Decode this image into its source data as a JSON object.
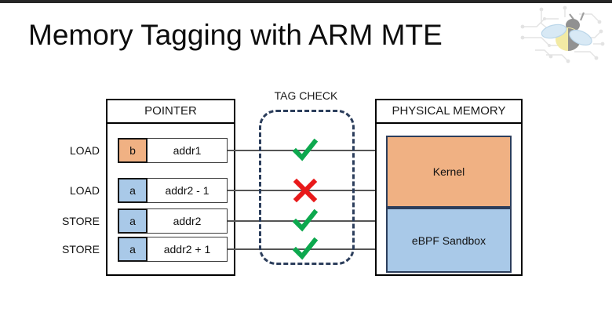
{
  "slide": {
    "title": "Memory Tagging with ARM MTE",
    "logo_name": "ebpf-bee-logo"
  },
  "pointer_panel": {
    "header": "POINTER",
    "rows": [
      {
        "op": "LOAD",
        "tag": "b",
        "tag_color": "#f0b183",
        "address": "addr1",
        "result": "pass"
      },
      {
        "op": "LOAD",
        "tag": "a",
        "tag_color": "#a9c9e8",
        "address": "addr2 - 1",
        "result": "fail"
      },
      {
        "op": "STORE",
        "tag": "a",
        "tag_color": "#a9c9e8",
        "address": "addr2",
        "result": "pass"
      },
      {
        "op": "STORE",
        "tag": "a",
        "tag_color": "#a9c9e8",
        "address": "addr2 + 1",
        "result": "pass"
      }
    ]
  },
  "tag_check": {
    "label": "TAG CHECK",
    "pass_color": "#0da84e",
    "fail_color": "#e8191a",
    "border_color": "#2c3e5c"
  },
  "physical_memory": {
    "header": "PHYSICAL MEMORY",
    "regions": [
      {
        "label": "Kernel",
        "color": "#f0b183"
      },
      {
        "label": "eBPF Sandbox",
        "color": "#a9c9e8"
      }
    ]
  }
}
